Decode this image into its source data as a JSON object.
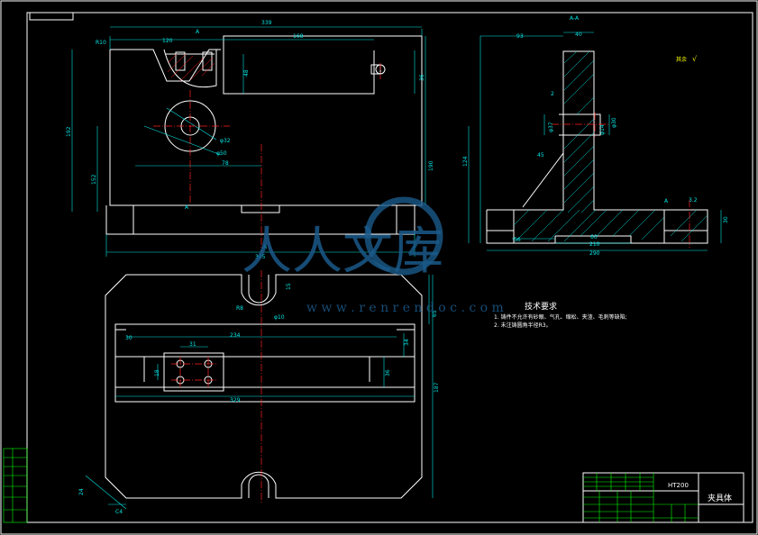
{
  "view_label": "A-A",
  "roughness_note": "其余",
  "roughness_value": "√",
  "tech": {
    "title": "技术要求",
    "line1": "1. 铸件不允许有砂眼、气孔、缩松、夹渣、毛刺等缺陷;",
    "line2": "2. 未注铸圆角半径R3。"
  },
  "watermark": {
    "text": "人人文库",
    "url": "w w w . r e n r e n d o c . c o m"
  },
  "title_block": {
    "material": "HT200",
    "part_name": "夹具体"
  },
  "dims": {
    "front_width": "339",
    "front_top_left": "120",
    "front_top_right": "168",
    "front_r": "R10",
    "front_h_right": "190",
    "front_h_left": "192",
    "front_h_inner": "152",
    "front_h_slot": "48",
    "front_slot_side": "36",
    "front_dia1": "φ32",
    "front_dia2": "φ50",
    "front_offset": "78",
    "front_base": "345",
    "side_w1": "93",
    "side_w2": "40",
    "side_h": "124",
    "side_d1": "φ37",
    "side_d2": "φ14",
    "side_d3": "φ30",
    "side_ang": "45",
    "side_base1": "56",
    "side_base2": "210",
    "side_base3": "290",
    "side_base4": "60",
    "side_h2": "30",
    "side_small": "2",
    "side_rough": "3.2",
    "top_r": "R8",
    "top_dia": "φ10",
    "top_slot": "15",
    "top_h1": "65",
    "top_w1": "30",
    "top_w2": "234",
    "top_h2": "34",
    "top_h3": "36",
    "top_hole_w": "31",
    "top_hole_h": "18",
    "top_height": "187",
    "top_width": "329",
    "top_chamfer": "24",
    "top_chamfer2": "C4",
    "cut_label": "A"
  }
}
